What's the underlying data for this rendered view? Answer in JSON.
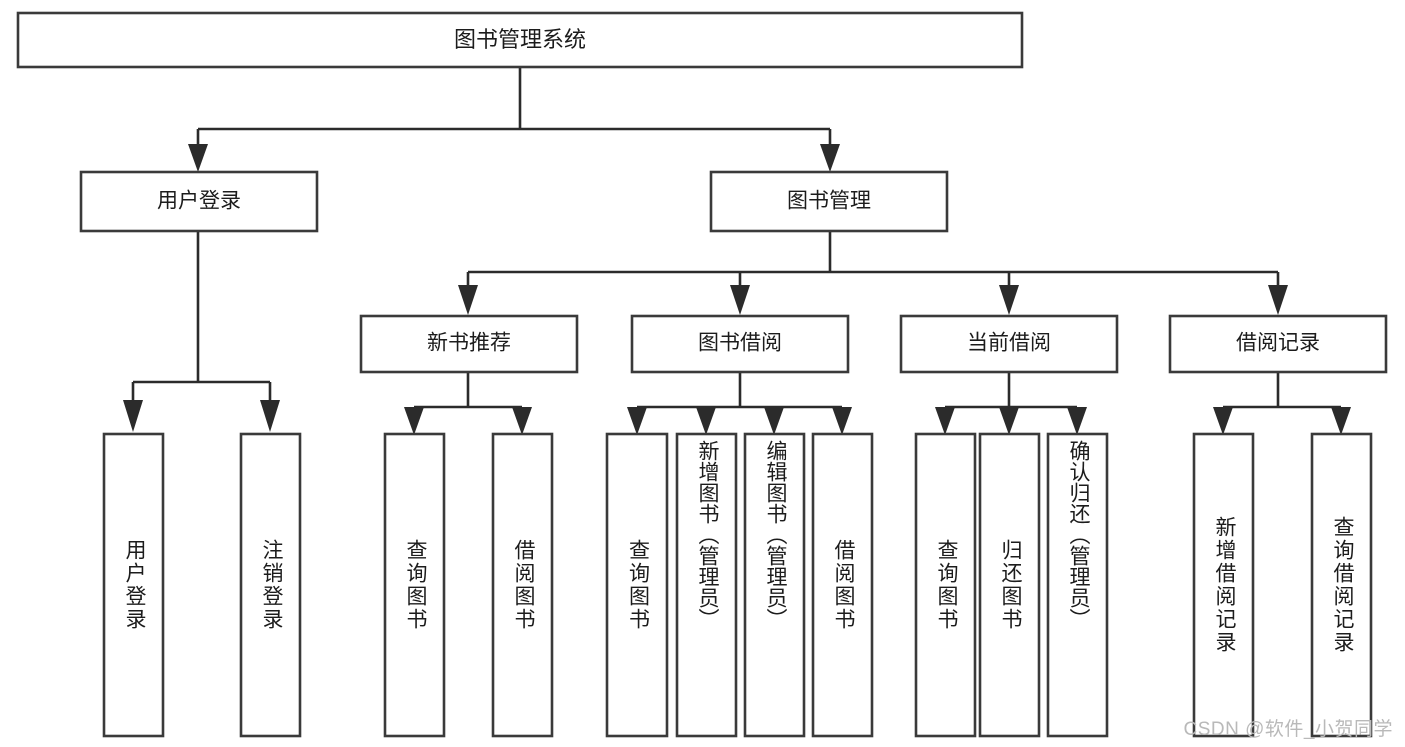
{
  "diagram": {
    "title": "图书管理系统",
    "watermark": "CSDN @软件_小贺同学",
    "colors": {
      "box_stroke": "#3a3a3a",
      "connector": "#2b2b2b",
      "text": "#1c1c1c",
      "background": "#ffffff",
      "watermark": "#b9b9b9"
    },
    "levels": {
      "root": {
        "label": "图书管理系统"
      },
      "level2": [
        {
          "label": "用户登录"
        },
        {
          "label": "图书管理"
        }
      ],
      "level3": [
        {
          "label": "新书推荐"
        },
        {
          "label": "图书借阅"
        },
        {
          "label": "当前借阅"
        },
        {
          "label": "借阅记录"
        }
      ],
      "leaves": [
        {
          "label": "用户登录",
          "parent": "用户登录"
        },
        {
          "label": "注销登录",
          "parent": "用户登录"
        },
        {
          "label": "查询图书",
          "parent": "新书推荐"
        },
        {
          "label": "借阅图书",
          "parent": "新书推荐"
        },
        {
          "label": "查询图书",
          "parent": "图书借阅"
        },
        {
          "label": "新增图书（管理员）",
          "parent": "图书借阅"
        },
        {
          "label": "编辑图书（管理员）",
          "parent": "图书借阅"
        },
        {
          "label": "借阅图书",
          "parent": "图书借阅"
        },
        {
          "label": "查询图书",
          "parent": "当前借阅"
        },
        {
          "label": "归还图书",
          "parent": "当前借阅"
        },
        {
          "label": "确认归还（管理员）",
          "parent": "当前借阅"
        },
        {
          "label": "新增借阅记录",
          "parent": "借阅记录"
        },
        {
          "label": "查询借阅记录",
          "parent": "借阅记录"
        }
      ]
    }
  },
  "chart_data": {
    "type": "diagram",
    "title": "图书管理系统",
    "structure": "tree",
    "nodes": [
      {
        "id": "root",
        "label": "图书管理系统",
        "level": 0,
        "parent": null
      },
      {
        "id": "n-user-login",
        "label": "用户登录",
        "level": 1,
        "parent": "root"
      },
      {
        "id": "n-book-mgmt",
        "label": "图书管理",
        "level": 1,
        "parent": "root"
      },
      {
        "id": "n-new-book-rec",
        "label": "新书推荐",
        "level": 2,
        "parent": "n-book-mgmt"
      },
      {
        "id": "n-book-borrow",
        "label": "图书借阅",
        "level": 2,
        "parent": "n-book-mgmt"
      },
      {
        "id": "n-current-borrow",
        "label": "当前借阅",
        "level": 2,
        "parent": "n-book-mgmt"
      },
      {
        "id": "n-borrow-record",
        "label": "借阅记录",
        "level": 2,
        "parent": "n-book-mgmt"
      },
      {
        "id": "l1",
        "label": "用户登录",
        "level": 3,
        "parent": "n-user-login"
      },
      {
        "id": "l2",
        "label": "注销登录",
        "level": 3,
        "parent": "n-user-login"
      },
      {
        "id": "l3",
        "label": "查询图书",
        "level": 3,
        "parent": "n-new-book-rec"
      },
      {
        "id": "l4",
        "label": "借阅图书",
        "level": 3,
        "parent": "n-new-book-rec"
      },
      {
        "id": "l5",
        "label": "查询图书",
        "level": 3,
        "parent": "n-book-borrow"
      },
      {
        "id": "l6",
        "label": "新增图书（管理员）",
        "level": 3,
        "parent": "n-book-borrow"
      },
      {
        "id": "l7",
        "label": "编辑图书（管理员）",
        "level": 3,
        "parent": "n-book-borrow"
      },
      {
        "id": "l8",
        "label": "借阅图书",
        "level": 3,
        "parent": "n-book-borrow"
      },
      {
        "id": "l9",
        "label": "查询图书",
        "level": 3,
        "parent": "n-current-borrow"
      },
      {
        "id": "l10",
        "label": "归还图书",
        "level": 3,
        "parent": "n-current-borrow"
      },
      {
        "id": "l11",
        "label": "确认归还（管理员）",
        "level": 3,
        "parent": "n-current-borrow"
      },
      {
        "id": "l12",
        "label": "新增借阅记录",
        "level": 3,
        "parent": "n-borrow-record"
      },
      {
        "id": "l13",
        "label": "查询借阅记录",
        "level": 3,
        "parent": "n-borrow-record"
      }
    ]
  }
}
